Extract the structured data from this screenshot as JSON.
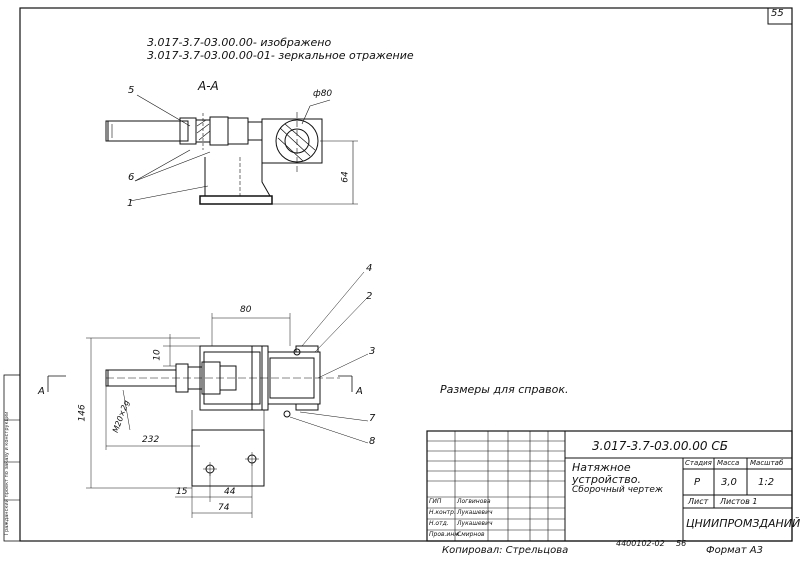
{
  "page_number": "55",
  "variants": {
    "line1": "3.017-3.7-03.00.00-   изображено",
    "line2": "3.017-3.7-03.00.00-01- зеркальное отражение"
  },
  "section_label": "А-А",
  "section_marks": {
    "left": "А",
    "right": "А"
  },
  "dimensions": {
    "d80": "ф80",
    "d64": "64",
    "d80w": "80",
    "d10": "10",
    "d146": "146",
    "dm20": "М20×2g",
    "d232": "232",
    "d15": "15",
    "d44": "44",
    "d74": "74"
  },
  "callouts": [
    "1",
    "2",
    "3",
    "4",
    "5",
    "6",
    "7",
    "8"
  ],
  "note": "Размеры для справок.",
  "title_block": {
    "doc_code": "3.017-3.7-03.00.00 СБ",
    "name_line1": "Натяжное",
    "name_line2": "устройство.",
    "name_line3": "Сборочный чертеж",
    "hdr_stage": "Стадия",
    "hdr_mass": "Масса",
    "hdr_scale": "Масштаб",
    "stage": "Р",
    "mass": "3,0",
    "scale": "1:2",
    "sheet": "Лист",
    "sheets": "Листов 1",
    "org": "ЦНИИПРОМЗДАНИЙ",
    "roles": [
      "ГИП",
      "Н.контр.",
      "Н.отд.",
      "Пров.инж."
    ],
    "names": [
      "Логвинова",
      "Лукашевич",
      "Лукашевич",
      "Смирнов"
    ]
  },
  "footer": {
    "copied": "Копировал: Стрельцова",
    "code": "4400102-02",
    "num": "56",
    "format": "Формат А3"
  },
  "side_text": "Гражданский проект по заказу и конструкции"
}
